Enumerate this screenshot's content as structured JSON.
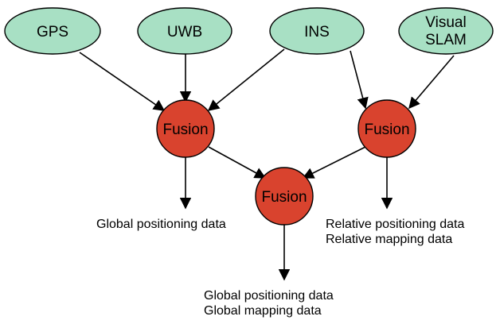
{
  "colors": {
    "source_fill": "#a8e0c4",
    "fusion_fill": "#d9432e",
    "line": "#000000"
  },
  "sources": {
    "gps": "GPS",
    "uwb": "UWB",
    "ins": "INS",
    "visual_slam_line1": "Visual",
    "visual_slam_line2": "SLAM"
  },
  "fusion": {
    "left": "Fusion",
    "right": "Fusion",
    "center": "Fusion"
  },
  "outputs": {
    "left_line1": "Global positioning data",
    "right_line1": "Relative positioning data",
    "right_line2": "Relative mapping data",
    "center_line1": "Global positioning data",
    "center_line2": "Global mapping data"
  }
}
